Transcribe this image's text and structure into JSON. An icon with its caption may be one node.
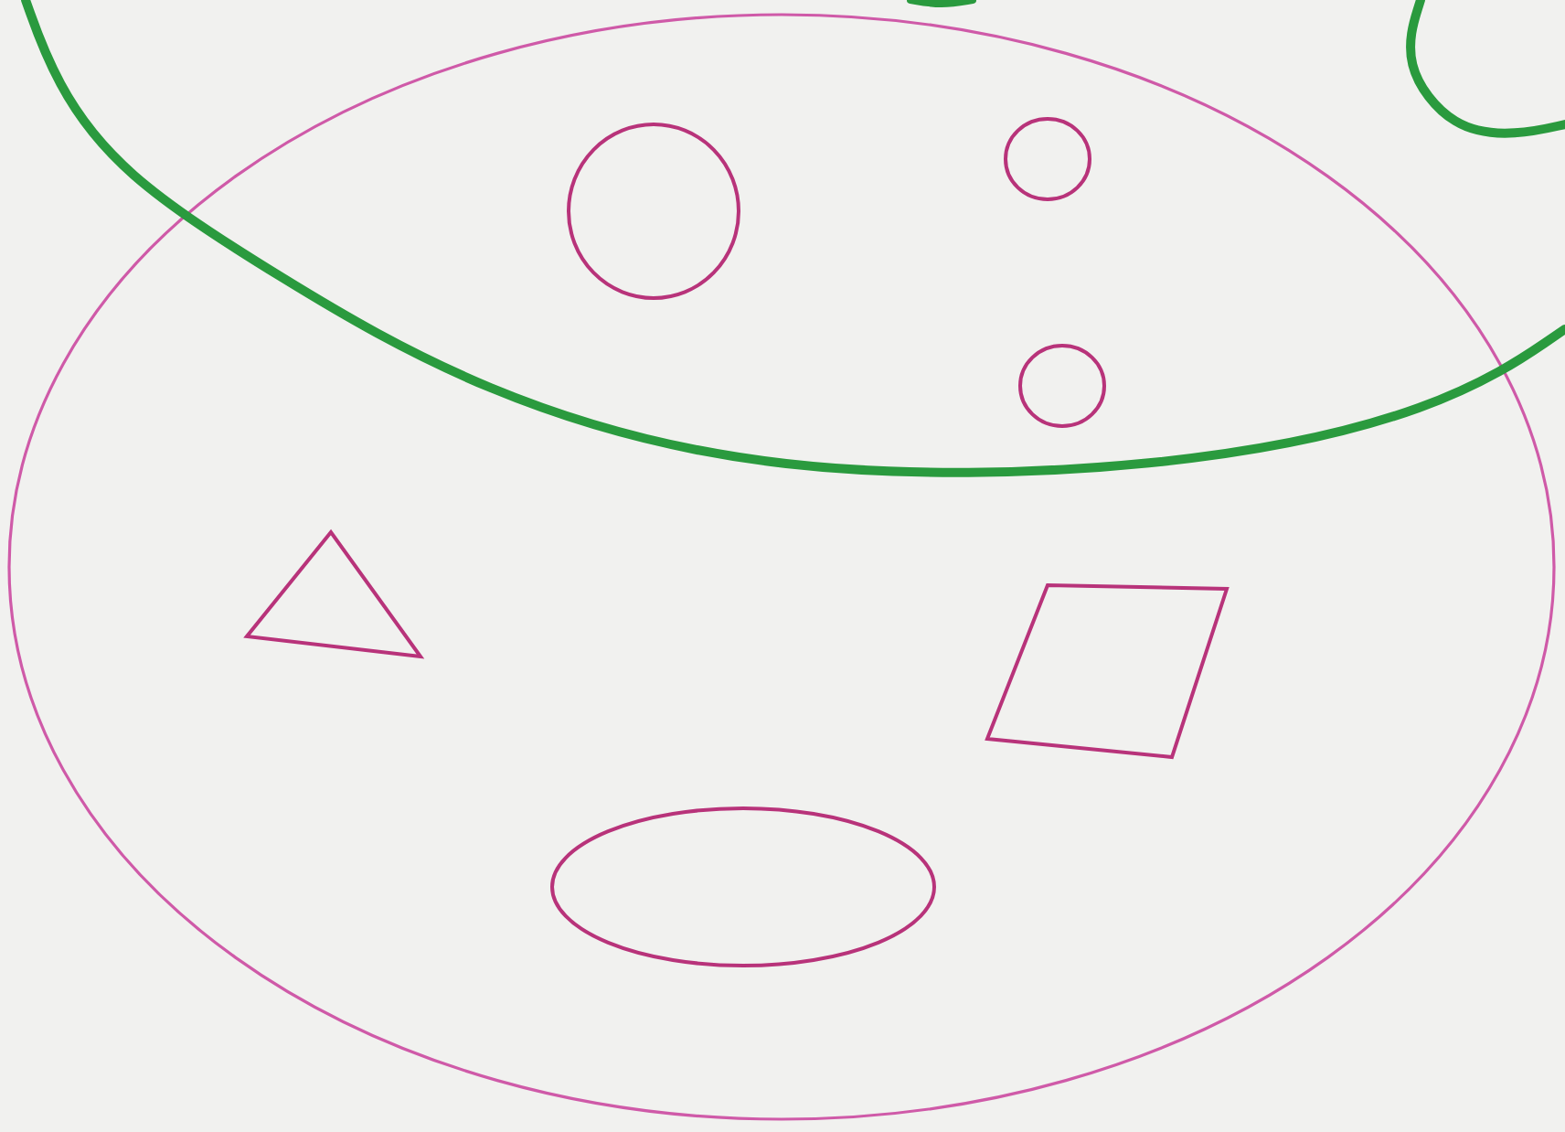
{
  "diagram": {
    "nodes": [
      {
        "text": [],
        "shape": "ellipse"
      },
      {
        "text": [],
        "shape": "circle",
        "in": 0
      },
      {
        "text": [],
        "shape": "circle",
        "in": 0
      },
      {
        "text": [],
        "shape": "circle",
        "in": 0
      },
      {
        "text": [],
        "shape": "triangle",
        "in": 0
      },
      {
        "text": [],
        "shape": "parallelogram",
        "in": 0
      },
      {
        "text": [],
        "shape": "ellipse",
        "in": 0
      }
    ]
  }
}
